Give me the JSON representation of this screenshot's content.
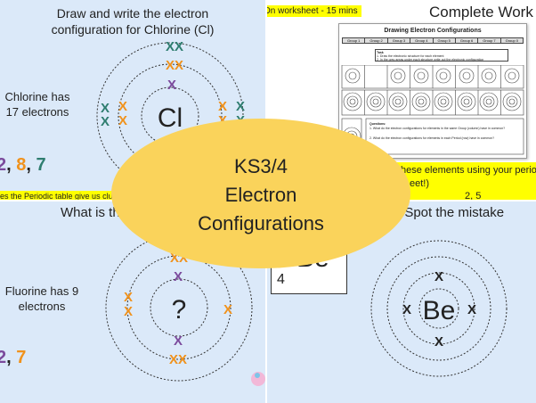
{
  "top_left": {
    "heading_line1": "Draw and write the electron",
    "heading_line2": "configuration for Chlorine (Cl)",
    "side_line1": "Chlorine has",
    "side_line2": "17 electrons",
    "config": {
      "a": "2",
      "b": "8",
      "c": "7"
    },
    "comma": ",",
    "symbol": "Cl",
    "cross_single": "X",
    "cross_pair": "XX",
    "bottom_clip": "es the Periodic table give us clues a"
  },
  "top_right": {
    "title": "Complete Work",
    "badge": "On worksheet - 15 mins",
    "ws_title": "Drawing Electron Configurations",
    "ws_task": "Task",
    "ws_task1": "1. Draw the electronic structure for each element",
    "ws_task2": "2. In the grey areas under each structure write out the electronic configuration",
    "ws_questions": "Questions:",
    "ws_q1": "1. What do the electron configurations for elements in the same Group (column) have in common?",
    "ws_q2": "2. What do the electron configurations for elements in each Period (row) have in common?",
    "ws_groups": [
      "Group 1",
      "Group 2",
      "Group 3",
      "Group 4",
      "Group 5",
      "Group 6",
      "Group 7",
      "Group 0"
    ],
    "strip_text": "hese elements using your perio",
    "strip_text2": "eet!)",
    "strip_value": "2, 5"
  },
  "bottom_left": {
    "heading": "What is thi",
    "side_line1": "Fluorine has 9",
    "side_line2": "electrons",
    "config": {
      "a": "2",
      "b": "7"
    },
    "comma": ",",
    "symbol": "?",
    "cross_single": "X",
    "cross_pair": "XX"
  },
  "bottom_right": {
    "heading": ". Spot the mistake",
    "atomic_number": "4",
    "element_symbol": "Be",
    "center_symbol": "Be",
    "cross_single": "X"
  },
  "overlay": {
    "line1": "KS3/4",
    "line2": "Electron",
    "line3": "Configurations"
  },
  "colors": {
    "purple": "#7b4a9c",
    "orange": "#f0921c",
    "teal": "#2e7d6f",
    "yellow": "#fad35b",
    "highlight": "#ffff00",
    "pale_blue": "#dbe9f9"
  }
}
